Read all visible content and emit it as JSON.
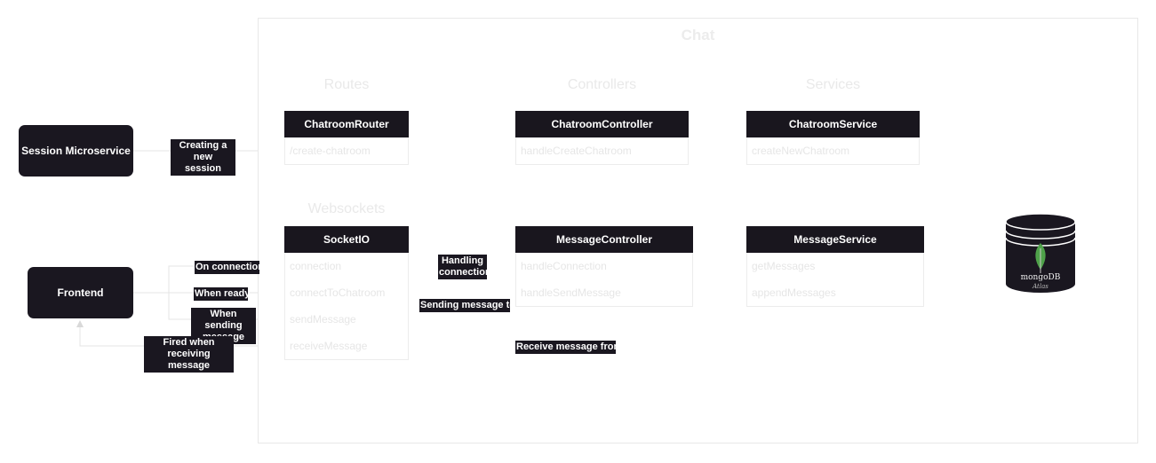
{
  "diagram": {
    "container_title": "Chat",
    "section_titles": {
      "routes": "Routes",
      "controllers": "Controllers",
      "services": "Services",
      "websockets": "Websockets"
    },
    "external_nodes": {
      "session": "Session Microservice",
      "frontend": "Frontend"
    },
    "cards": {
      "chatroom_router": {
        "title": "ChatroomRouter",
        "rows": [
          "/create-chatroom"
        ]
      },
      "chatroom_controller": {
        "title": "ChatroomController",
        "rows": [
          "handleCreateChatroom"
        ]
      },
      "chatroom_service": {
        "title": "ChatroomService",
        "rows": [
          "createNewChatroom"
        ]
      },
      "socketio": {
        "title": "SocketIO",
        "rows": [
          "connection",
          "connectToChatroom",
          "sendMessage",
          "receiveMessage"
        ]
      },
      "message_controller": {
        "title": "MessageController",
        "rows": [
          "handleConnection",
          "handleSendMessage"
        ]
      },
      "message_service": {
        "title": "MessageService",
        "rows": [
          "getMessages",
          "appendMessages"
        ]
      }
    },
    "database": {
      "name": "mongoDB",
      "sub": "Atlas",
      "icon": "mongodb-leaf-icon",
      "leaf_color": "#4fa24a"
    },
    "edge_labels": {
      "creating_session": "Creating a new\nsession",
      "on_connection": "On connection",
      "when_ready": "When ready",
      "when_sending": "When sending\nmessage",
      "fired_receiving": "Fired when receiving\nmessage",
      "handling_connection": "Handling\nconnection",
      "sending_message_to": "Sending message to",
      "receive_message_from": "Receive message from"
    },
    "colors": {
      "node_fill": "#1a1720",
      "faint_line": "#e6e6e6",
      "arrow": "#d9d9d9"
    }
  }
}
